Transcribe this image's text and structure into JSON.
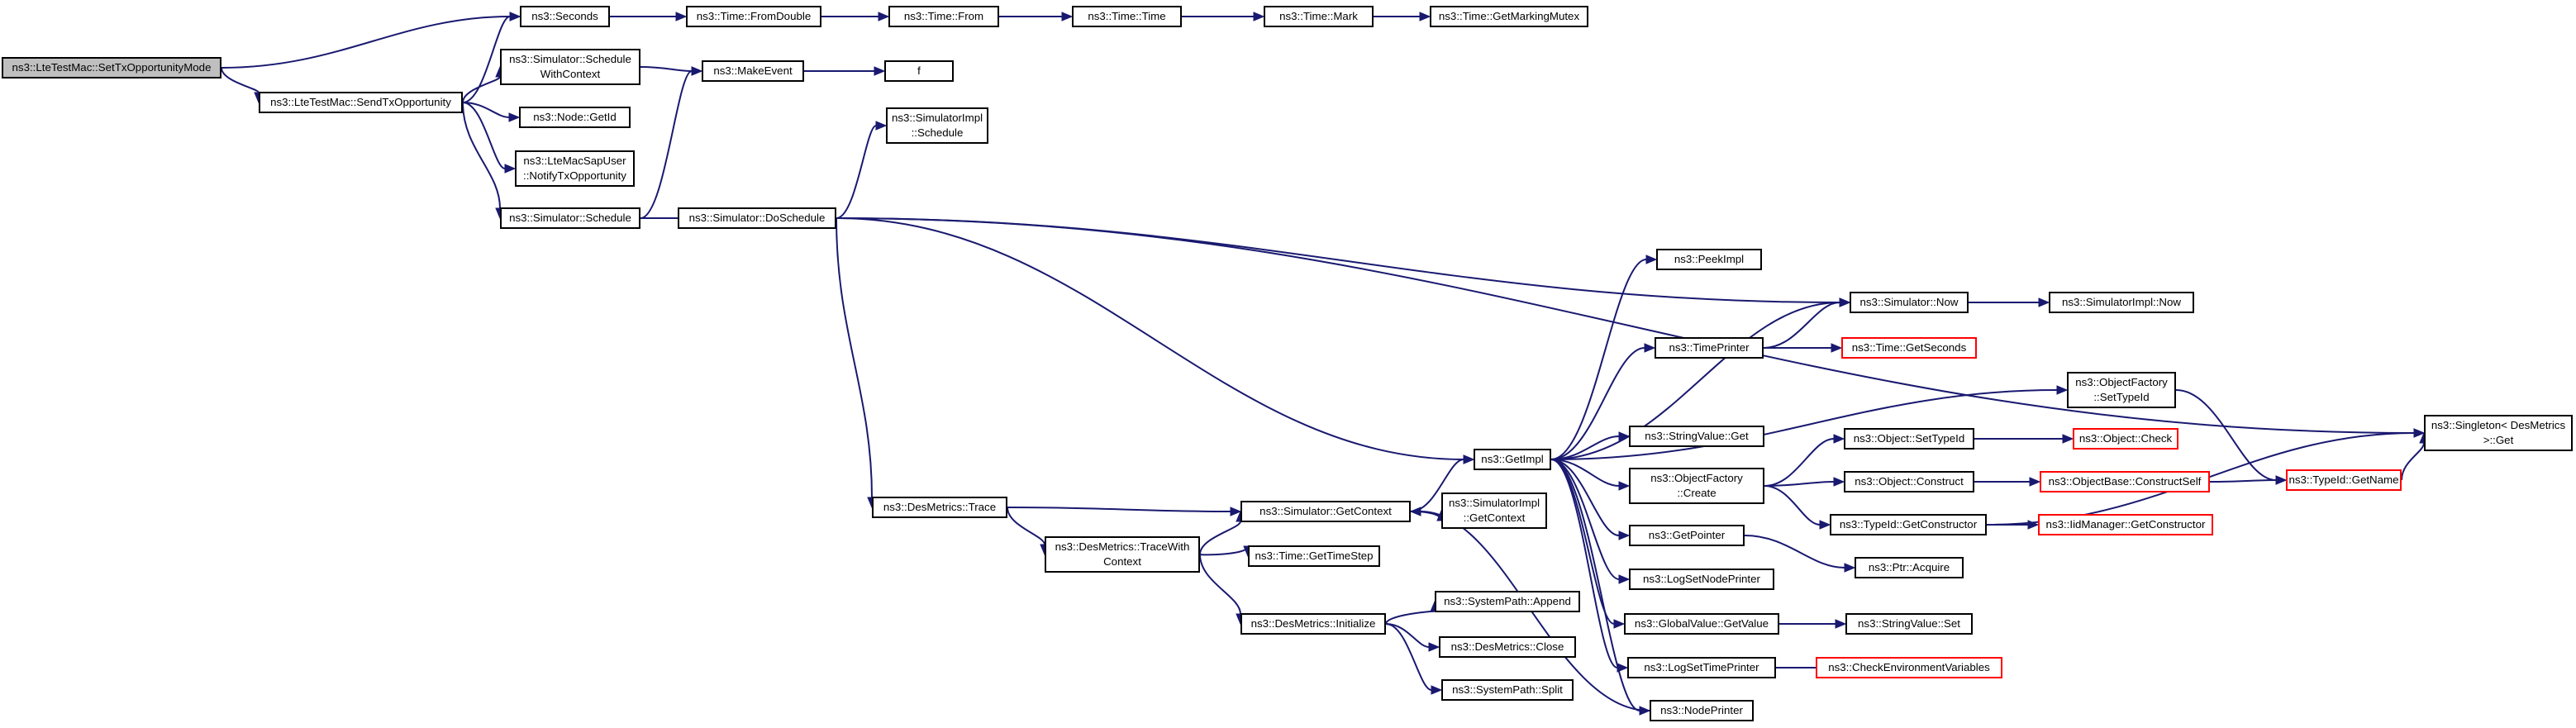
{
  "colors": {
    "edge": "#191970",
    "node_border": "#000000",
    "truncated_border": "#ff0000",
    "root_fill": "#bfbfbf"
  },
  "nodes": {
    "n0": {
      "label": "ns3::LteTestMac::SetTxOpportunityMode"
    },
    "n1": {
      "label": "ns3::LteTestMac::SendTxOpportunity"
    },
    "n2": {
      "label": "ns3::Seconds"
    },
    "n3": {
      "label": "ns3::Time::FromDouble"
    },
    "n4": {
      "label": "ns3::Time::From"
    },
    "n5": {
      "label": "ns3::Time::Time"
    },
    "n6": {
      "label": "ns3::Time::Mark"
    },
    "n7": {
      "label": "ns3::Time::GetMarkingMutex"
    },
    "n8": {
      "label": "ns3::Simulator::Schedule\nWithContext"
    },
    "n9": {
      "label": "ns3::MakeEvent"
    },
    "n10": {
      "label": "f"
    },
    "n11": {
      "label": "ns3::Node::GetId"
    },
    "n12": {
      "label": "ns3::LteMacSapUser\n::NotifyTxOpportunity"
    },
    "n13": {
      "label": "ns3::Simulator::Schedule"
    },
    "n14": {
      "label": "ns3::Simulator::DoSchedule"
    },
    "n15": {
      "label": "ns3::SimulatorImpl\n::Schedule"
    },
    "n16": {
      "label": "ns3::PeekImpl"
    },
    "n17": {
      "label": "ns3::Simulator::Now"
    },
    "n18": {
      "label": "ns3::SimulatorImpl::Now"
    },
    "n19": {
      "label": "ns3::TimePrinter"
    },
    "n20": {
      "label": "ns3::Time::GetSeconds",
      "truncated": true
    },
    "n21": {
      "label": "ns3::ObjectFactory\n::SetTypeId"
    },
    "n22": {
      "label": "ns3::GetImpl"
    },
    "n23": {
      "label": "ns3::StringValue::Get"
    },
    "n24": {
      "label": "ns3::Object::SetTypeId"
    },
    "n25": {
      "label": "ns3::Object::Check",
      "truncated": true
    },
    "n26": {
      "label": "ns3::TypeId::GetName",
      "truncated": true
    },
    "n27": {
      "label": "ns3::Singleton< DesMetrics\n>::Get"
    },
    "n28": {
      "label": "ns3::ObjectFactory\n::Create"
    },
    "n29": {
      "label": "ns3::Object::Construct"
    },
    "n30": {
      "label": "ns3::ObjectBase::ConstructSelf",
      "truncated": true
    },
    "n31": {
      "label": "ns3::TypeId::GetConstructor"
    },
    "n32": {
      "label": "ns3::IidManager::GetConstructor",
      "truncated": true
    },
    "n33": {
      "label": "ns3::DesMetrics::Trace"
    },
    "n34": {
      "label": "ns3::Simulator::GetContext"
    },
    "n35": {
      "label": "ns3::SimulatorImpl\n::GetContext"
    },
    "n36": {
      "label": "ns3::DesMetrics::TraceWith\nContext"
    },
    "n37": {
      "label": "ns3::Time::GetTimeStep"
    },
    "n38": {
      "label": "ns3::GetPointer"
    },
    "n39": {
      "label": "ns3::Ptr::Acquire"
    },
    "n40": {
      "label": "ns3::LogSetNodePrinter"
    },
    "n41": {
      "label": "ns3::DesMetrics::Initialize"
    },
    "n42": {
      "label": "ns3::SystemPath::Append"
    },
    "n43": {
      "label": "ns3::DesMetrics::Close"
    },
    "n44": {
      "label": "ns3::SystemPath::Split"
    },
    "n45": {
      "label": "ns3::GlobalValue::GetValue"
    },
    "n46": {
      "label": "ns3::StringValue::Set"
    },
    "n47": {
      "label": "ns3::LogSetTimePrinter"
    },
    "n48": {
      "label": "ns3::CheckEnvironmentVariables",
      "truncated": true
    },
    "n49": {
      "label": "ns3::NodePrinter"
    }
  },
  "edges": [
    [
      "n0",
      "n2"
    ],
    [
      "n0",
      "n1"
    ],
    [
      "n1",
      "n2"
    ],
    [
      "n1",
      "n8"
    ],
    [
      "n1",
      "n11"
    ],
    [
      "n1",
      "n12"
    ],
    [
      "n1",
      "n13"
    ],
    [
      "n2",
      "n3"
    ],
    [
      "n3",
      "n4"
    ],
    [
      "n4",
      "n5"
    ],
    [
      "n5",
      "n6"
    ],
    [
      "n6",
      "n7"
    ],
    [
      "n8",
      "n9"
    ],
    [
      "n9",
      "n10"
    ],
    [
      "n13",
      "n9"
    ],
    [
      "n13",
      "n14"
    ],
    [
      "n14",
      "n15"
    ],
    [
      "n14",
      "n27"
    ],
    [
      "n14",
      "n17"
    ],
    [
      "n14",
      "n22"
    ],
    [
      "n14",
      "n33"
    ],
    [
      "n17",
      "n18"
    ],
    [
      "n19",
      "n17"
    ],
    [
      "n19",
      "n20"
    ],
    [
      "n21",
      "n26"
    ],
    [
      "n26",
      "n27"
    ],
    [
      "n22",
      "n16"
    ],
    [
      "n22",
      "n17"
    ],
    [
      "n22",
      "n19"
    ],
    [
      "n22",
      "n21"
    ],
    [
      "n22",
      "n23"
    ],
    [
      "n22",
      "n28"
    ],
    [
      "n22",
      "n38"
    ],
    [
      "n22",
      "n40"
    ],
    [
      "n22",
      "n45"
    ],
    [
      "n22",
      "n47"
    ],
    [
      "n22",
      "n49"
    ],
    [
      "n24",
      "n25"
    ],
    [
      "n28",
      "n24"
    ],
    [
      "n28",
      "n29"
    ],
    [
      "n28",
      "n31"
    ],
    [
      "n29",
      "n30"
    ],
    [
      "n30",
      "n26"
    ],
    [
      "n31",
      "n32"
    ],
    [
      "n31",
      "n27"
    ],
    [
      "n33",
      "n34"
    ],
    [
      "n33",
      "n36"
    ],
    [
      "n34",
      "n22"
    ],
    [
      "n34",
      "n35"
    ],
    [
      "n36",
      "n34"
    ],
    [
      "n36",
      "n37"
    ],
    [
      "n36",
      "n41"
    ],
    [
      "n38",
      "n39"
    ],
    [
      "n41",
      "n42"
    ],
    [
      "n41",
      "n43"
    ],
    [
      "n41",
      "n44"
    ],
    [
      "n45",
      "n46"
    ],
    [
      "n47",
      "n48"
    ],
    [
      "n49",
      "n34"
    ]
  ]
}
